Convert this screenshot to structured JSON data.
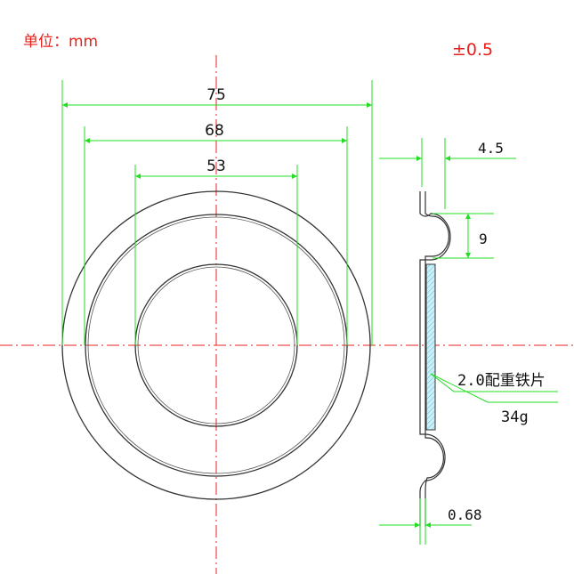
{
  "header": {
    "unit_label": "单位：mm",
    "tolerance": "±0.5"
  },
  "dimensions": {
    "outer_diameter": "75",
    "middle_diameter": "68",
    "inner_diameter": "53",
    "top_width": "4.5",
    "surround_height": "9",
    "thickness": "0.68"
  },
  "annotation": {
    "weight_plate": "2.0配重铁片",
    "weight": "34g"
  },
  "colors": {
    "dimension_line": "#22dd22",
    "center_line": "#e8201c",
    "outline": "#333333",
    "text_red": "#e8201c",
    "hatch": "#9fe3f0"
  }
}
